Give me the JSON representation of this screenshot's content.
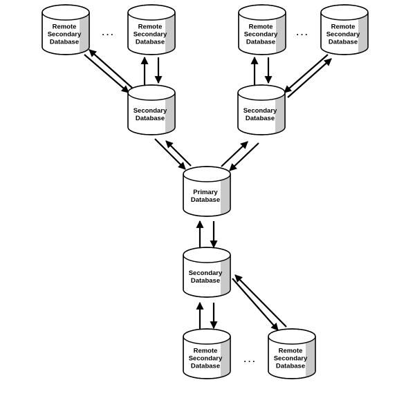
{
  "diagram": {
    "colors": {
      "stroke": "#000000",
      "fill": "#ffffff",
      "shade": "#c9c9c9"
    },
    "nodes": [
      {
        "id": "remote-1",
        "lines": [
          "Remote",
          "Secondary",
          "Database"
        ]
      },
      {
        "id": "remote-2",
        "lines": [
          "Remote",
          "Secondary",
          "Database"
        ]
      },
      {
        "id": "remote-3",
        "lines": [
          "Remote",
          "Secondary",
          "Database"
        ]
      },
      {
        "id": "remote-4",
        "lines": [
          "Remote",
          "Secondary",
          "Database"
        ]
      },
      {
        "id": "secondary-left",
        "lines": [
          "Secondary",
          "Database"
        ]
      },
      {
        "id": "secondary-right",
        "lines": [
          "Secondary",
          "Database"
        ]
      },
      {
        "id": "primary",
        "lines": [
          "Primary",
          "Database"
        ]
      },
      {
        "id": "secondary-bottom",
        "lines": [
          "Secondary",
          "Database"
        ]
      },
      {
        "id": "remote-5",
        "lines": [
          "Remote",
          "Secondary",
          "Database"
        ]
      },
      {
        "id": "remote-6",
        "lines": [
          "Remote",
          "Secondary",
          "Database"
        ]
      }
    ],
    "ellipses": [
      "...",
      "...",
      "..."
    ]
  }
}
